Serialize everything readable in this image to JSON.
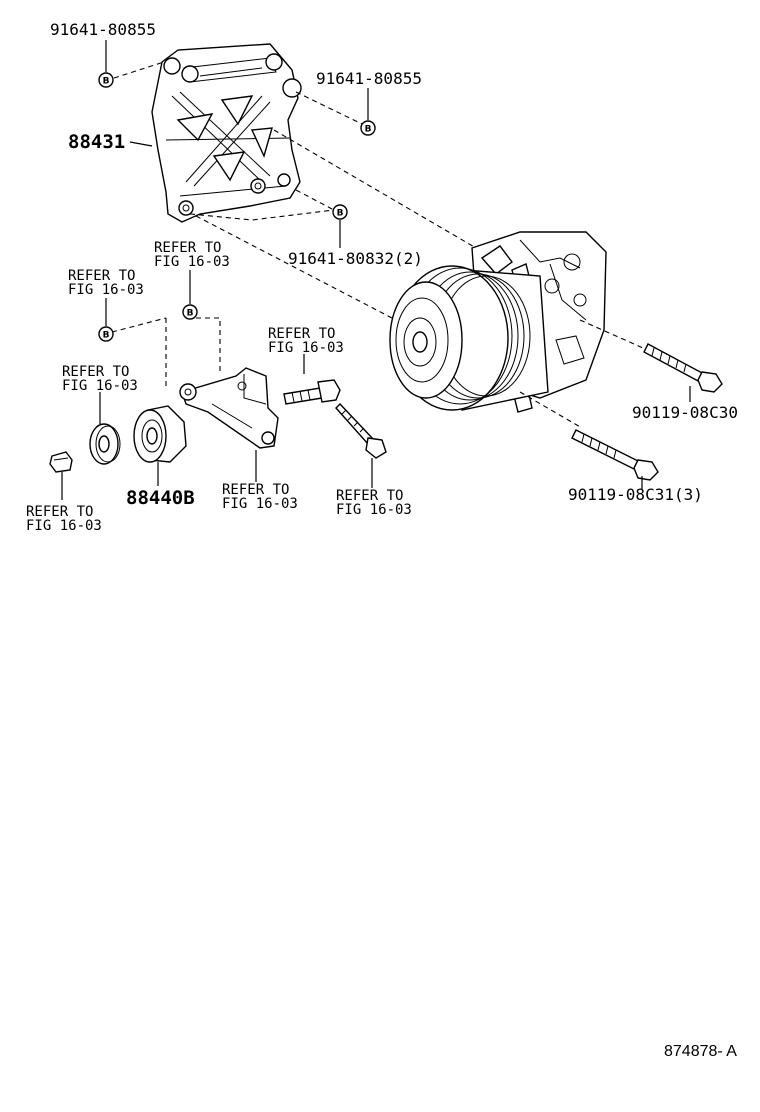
{
  "labels": {
    "bracket_bolt_top_left": "91641-80855",
    "bracket_bolt_top_right": "91641-80855",
    "bracket": "88431",
    "bracket_bolt_lower": "91641-80832(2)",
    "refer_a_line1": "REFER TO",
    "refer_a_line2": "FIG 16-03",
    "refer_b_line1": "REFER TO",
    "refer_b_line2": "FIG 16-03",
    "refer_c_line1": "REFER TO",
    "refer_c_line2": "FIG 16-03",
    "refer_d_line1": "REFER TO",
    "refer_d_line2": "FIG 16-03",
    "refer_e_line1": "REFER TO",
    "refer_e_line2": "FIG 16-03",
    "refer_f_line1": "REFER TO",
    "refer_f_line2": "FIG 16-03",
    "refer_g_line1": "REFER TO",
    "refer_g_line2": "FIG 16-03",
    "idler_pulley": "88440B",
    "compressor_bolt_a": "90119-08C30",
    "compressor_bolt_b": "90119-08C31(3)",
    "circle_marker": "B",
    "figure_id": "874878- A"
  }
}
